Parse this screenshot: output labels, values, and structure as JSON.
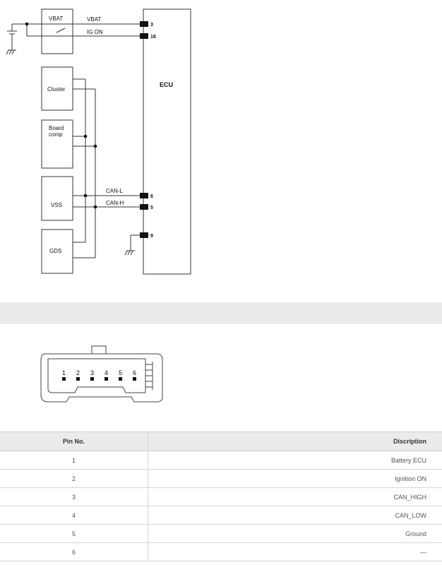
{
  "schematic": {
    "ecu_label": "ECU",
    "vbat_box_label": "VBAT",
    "modules": [
      "Cluster",
      "Board comp",
      "VSS",
      "GDS"
    ],
    "signals": {
      "vbat": "VBAT",
      "ig_on": "IG ON",
      "can_l": "CAN-L",
      "can_h": "CAN-H"
    },
    "pins": {
      "vbat": "3",
      "ig_on": "18",
      "can_l": "6",
      "can_h": "5",
      "ground": "9"
    }
  },
  "connector": {
    "pin_numbers": [
      "1",
      "2",
      "3",
      "4",
      "5",
      "6"
    ]
  },
  "pin_table": {
    "headers": {
      "pin": "Pin No.",
      "description": "Discription"
    },
    "rows": [
      {
        "pin": "1",
        "description": "Battery ECU"
      },
      {
        "pin": "2",
        "description": "Ignition ON"
      },
      {
        "pin": "3",
        "description": "CAN_HIGH"
      },
      {
        "pin": "4",
        "description": "CAN_LOW"
      },
      {
        "pin": "5",
        "description": "Ground"
      },
      {
        "pin": "6",
        "description": "—"
      }
    ]
  }
}
